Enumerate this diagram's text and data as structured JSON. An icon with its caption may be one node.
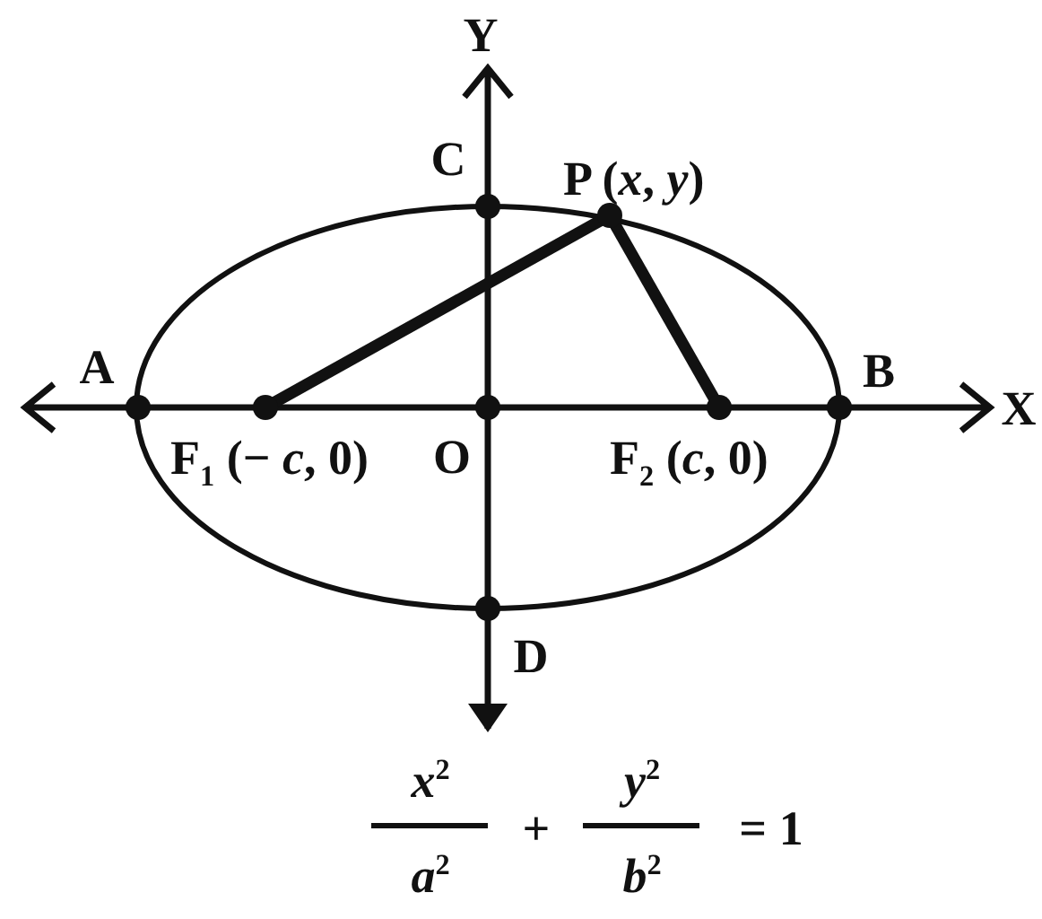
{
  "diagram": {
    "nodes": [
      {
        "text": [],
        "shape": "circle"
      },
      {
        "text": [],
        "shape": "circle"
      },
      {
        "text": [],
        "shape": "circle"
      },
      {
        "text": [],
        "shape": "circle"
      },
      {
        "text": [],
        "shape": "circle"
      },
      {
        "text": [],
        "shape": "circle"
      },
      {
        "text": [],
        "shape": "circle"
      },
      {
        "text": [],
        "shape": "circle"
      }
    ],
    "edges": [
      {
        "from": 1,
        "to": 5,
        "arrow": "none"
      },
      {
        "from": 5,
        "to": 6,
        "arrow": "none"
      }
    ],
    "labels": [
      "Y",
      "C",
      "P (*x*, *y*)",
      "A",
      "B",
      "X",
      "F$_{1}$ (− *c*, 0)",
      "O",
      "F$_{2}$ (*c*, 0)",
      "D",
      "*x*$^{2}$",
      "*a*$^{2}$",
      "+",
      "*y*$^{2}$",
      "*b*$^{2}$",
      "= 1"
    ]
  }
}
